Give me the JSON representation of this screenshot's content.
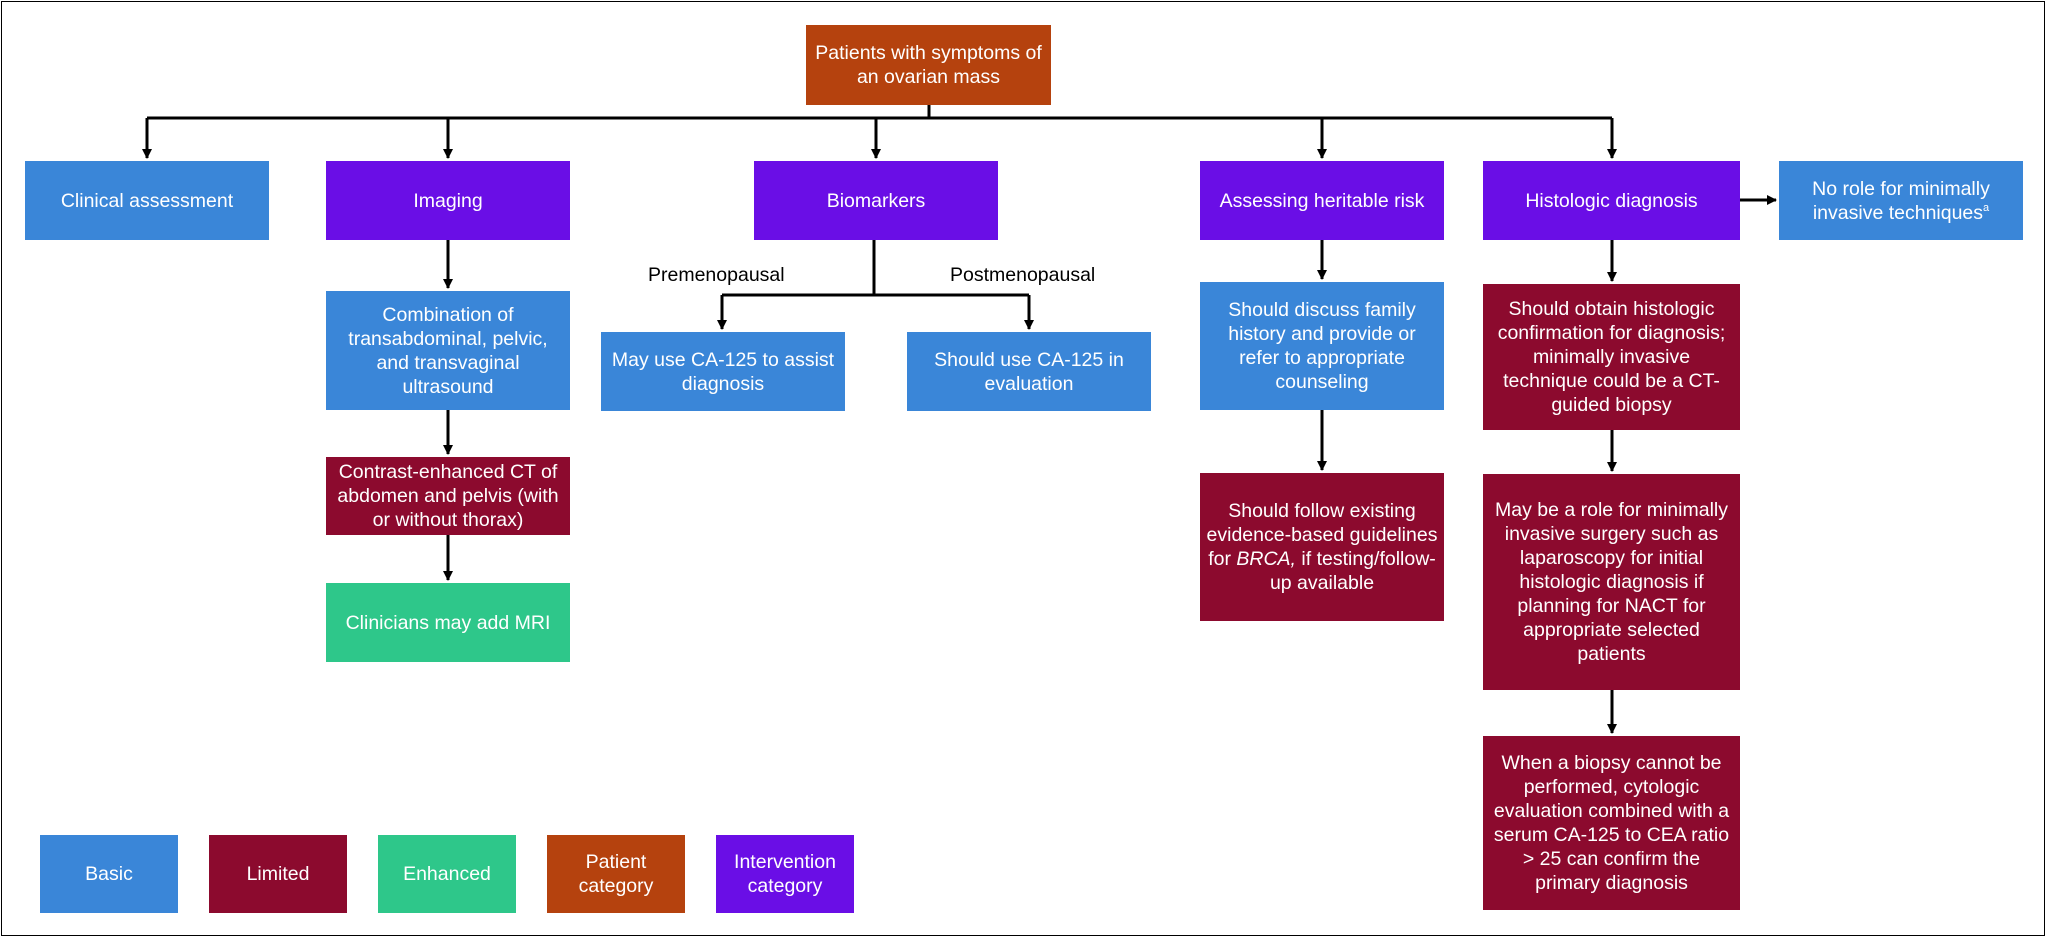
{
  "root": {
    "text": "Patients with symptoms of an ovarian mass",
    "category": "Patient"
  },
  "columns": {
    "clinical": {
      "title": "Clinical assessment"
    },
    "imaging": {
      "title": "Imaging",
      "step1": "Combination of transabdominal, pelvic, and transvaginal ultrasound",
      "step2": "Contrast-enhanced CT of abdomen and pelvis (with or without thorax)",
      "step3": "Clinicians may add MRI"
    },
    "biomarkers": {
      "title": "Biomarkers",
      "pre_label": "Premenopausal",
      "post_label": "Postmenopausal",
      "pre_text": "May use CA-125 to assist diagnosis",
      "post_text": "Should use CA-125 in evaluation"
    },
    "heritable": {
      "title": "Assessing heritable risk",
      "step1": "Should discuss family history and provide or refer to appropriate counseling",
      "step2_pre": "Should follow existing evidence-based guidelines for ",
      "step2_em": "BRCA,",
      "step2_post": " if testing/follow-up available"
    },
    "histologic": {
      "title": "Histologic diagnosis",
      "side": "No role for minimally invasive techniques",
      "side_sup": "a",
      "step1": "Should obtain histologic confirmation for diagnosis; minimally invasive technique could be a CT-guided biopsy",
      "step2": "May be a role for minimally invasive surgery such as laparoscopy for initial histologic diagnosis if planning for NACT for appropriate selected patients",
      "step3": "When a biopsy cannot be performed, cytologic evaluation combined with a serum CA-125 to CEA ratio > 25 can confirm the primary diagnosis"
    }
  },
  "legend": [
    {
      "label": "Basic",
      "color": "#3a86d8"
    },
    {
      "label": "Limited",
      "color": "#8c0a2e"
    },
    {
      "label": "Enhanced",
      "color": "#2ec78a"
    },
    {
      "label": "Patient category",
      "color": "#b5420e"
    },
    {
      "label": "Intervention category",
      "color": "#6a0ee6"
    }
  ],
  "colors": {
    "basic": "#3a86d8",
    "limited": "#8c0a2e",
    "enhanced": "#2ec78a",
    "patient": "#b5420e",
    "intervention": "#6a0ee6"
  }
}
